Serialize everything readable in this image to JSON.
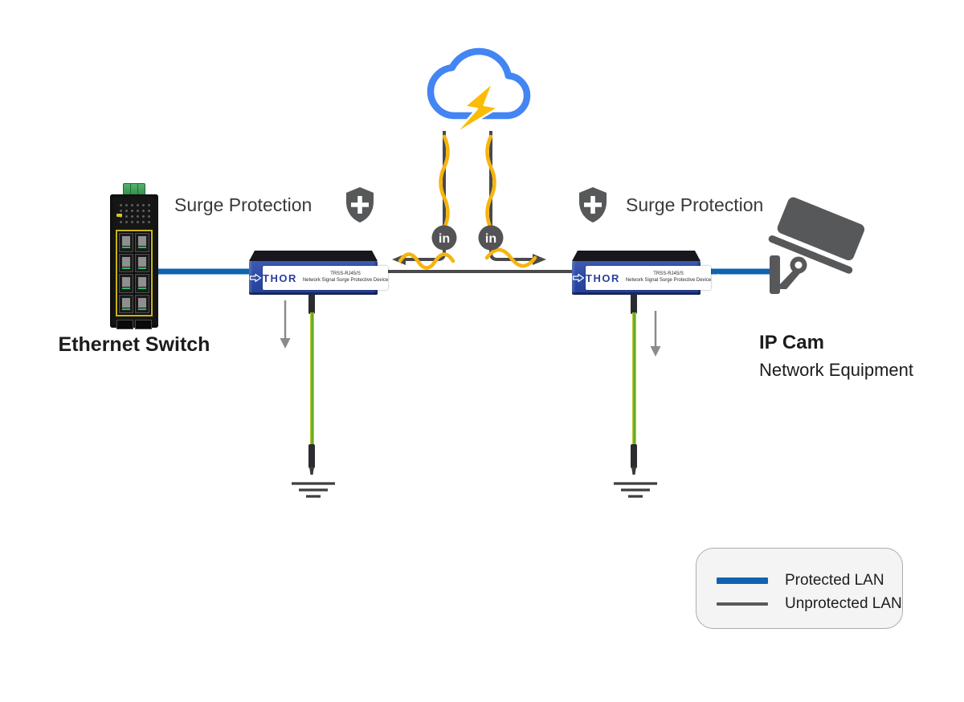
{
  "diagram": {
    "surge_protection_left": "Surge Protection",
    "surge_protection_right": "Surge Protection",
    "in_label_left": "in",
    "in_label_right": "in",
    "ethernet_switch_label": "Ethernet Switch",
    "ip_cam_label": "IP Cam",
    "network_equipment_label": "Network Equipment"
  },
  "spd": {
    "brand": "THOR",
    "model": "TRSS-RJ45/S",
    "device_name": "Network Signal Surge Protective Device"
  },
  "legend": {
    "items": [
      {
        "label": "Protected LAN",
        "color": "#0F63B0"
      },
      {
        "label": "Unprotected LAN",
        "color": "#58595B"
      }
    ]
  },
  "colors": {
    "protected_lan": "#0F63B0",
    "unprotected_lan": "#4A4A4B",
    "surge_yellow": "#F6B40E",
    "cloud_blue": "#4385F3",
    "lightning_yellow": "#FBBC05",
    "device_blue": "#2D4BA6",
    "icon_gray": "#57585A"
  }
}
